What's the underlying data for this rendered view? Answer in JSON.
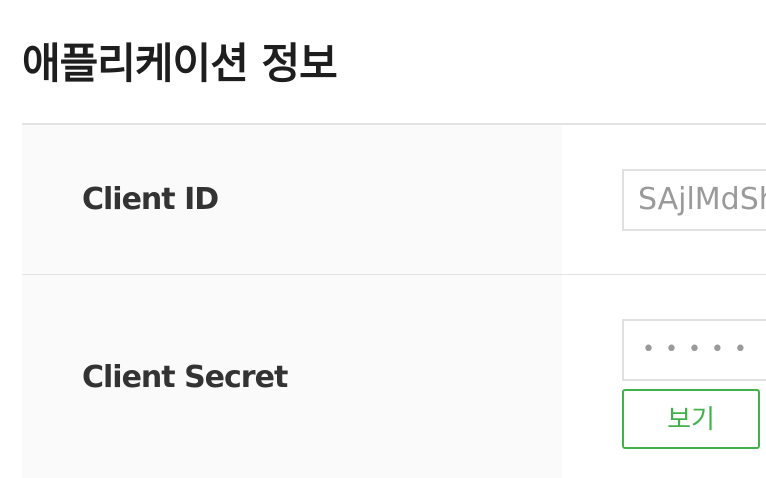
{
  "page": {
    "title": "애플리케이션 정보"
  },
  "app_info": {
    "client_id": {
      "label": "Client ID",
      "value": "SAjlMdSh"
    },
    "client_secret": {
      "label": "Client Secret",
      "masked_value": "•••••",
      "view_button_label": "보기"
    }
  },
  "colors": {
    "accent": "#43b14b",
    "header_cell_bg": "#fafafa",
    "border": "#e3e3e3"
  }
}
